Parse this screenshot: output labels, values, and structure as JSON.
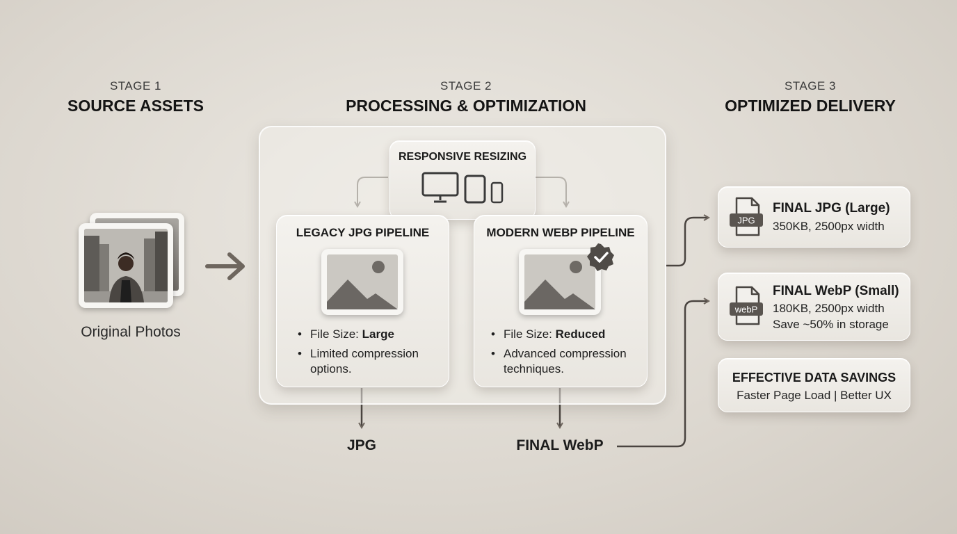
{
  "stages": [
    {
      "label": "STAGE 1",
      "title": "SOURCE ASSETS"
    },
    {
      "label": "STAGE 2",
      "title": "PROCESSING & OPTIMIZATION"
    },
    {
      "label": "STAGE 3",
      "title": "OPTIMIZED DELIVERY"
    }
  ],
  "source": {
    "caption": "Original Photos"
  },
  "resizing": {
    "title": "RESPONSIVE RESIZING"
  },
  "legacy": {
    "title": "LEGACY JPG PIPELINE",
    "bullet1_prefix": "File Size: ",
    "bullet1_value": "Large",
    "bullet2": "Limited compression options.",
    "output": "JPG"
  },
  "modern": {
    "title": "MODERN WEBP PIPELINE",
    "bullet1_prefix": "File Size: ",
    "bullet1_value": "Reduced",
    "bullet2": "Advanced compression techniques.",
    "output": "FINAL WebP"
  },
  "outputs": {
    "jpg": {
      "icon_label": "JPG",
      "title": "FINAL JPG (Large)",
      "line1": "350KB, 2500px width"
    },
    "webp": {
      "icon_label": "webP",
      "title": "FINAL WebP (Small)",
      "line1": "180KB, 2500px width",
      "line2": "Save ~50% in storage"
    },
    "savings": {
      "title": "EFFECTIVE DATA SAVINGS",
      "line1": "Faster Page Load | Better UX"
    }
  },
  "colors": {
    "arrow": "#6e665e",
    "text": "#1c1c1c",
    "accent_dark": "#4a4440"
  }
}
